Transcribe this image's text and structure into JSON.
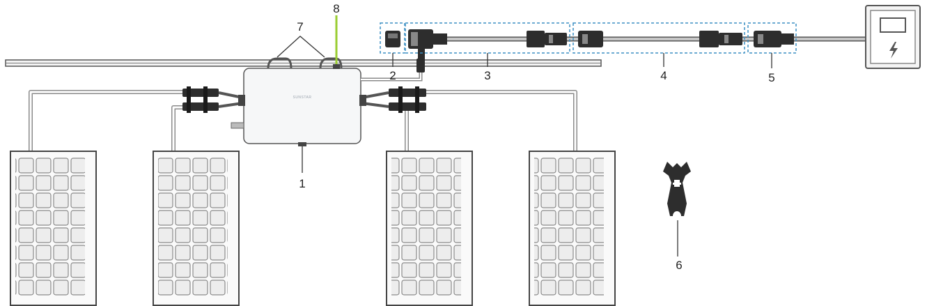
{
  "diagram": {
    "labels": [
      "1",
      "2",
      "3",
      "4",
      "5",
      "6",
      "7",
      "8"
    ],
    "inverter_brand": "SUNSTAR",
    "colors": {
      "rail": "#6b6b6b",
      "cable": "#a9a9a9",
      "connector": "#2d2d2d",
      "dashed_box": "#3b8fc4",
      "ground_wire": "#9acd32",
      "panel_cell": "#ededed"
    },
    "icons": {
      "meter": "power-meter-icon",
      "lightning": "lightning-icon",
      "tool": "disconnect-tool-icon"
    }
  }
}
